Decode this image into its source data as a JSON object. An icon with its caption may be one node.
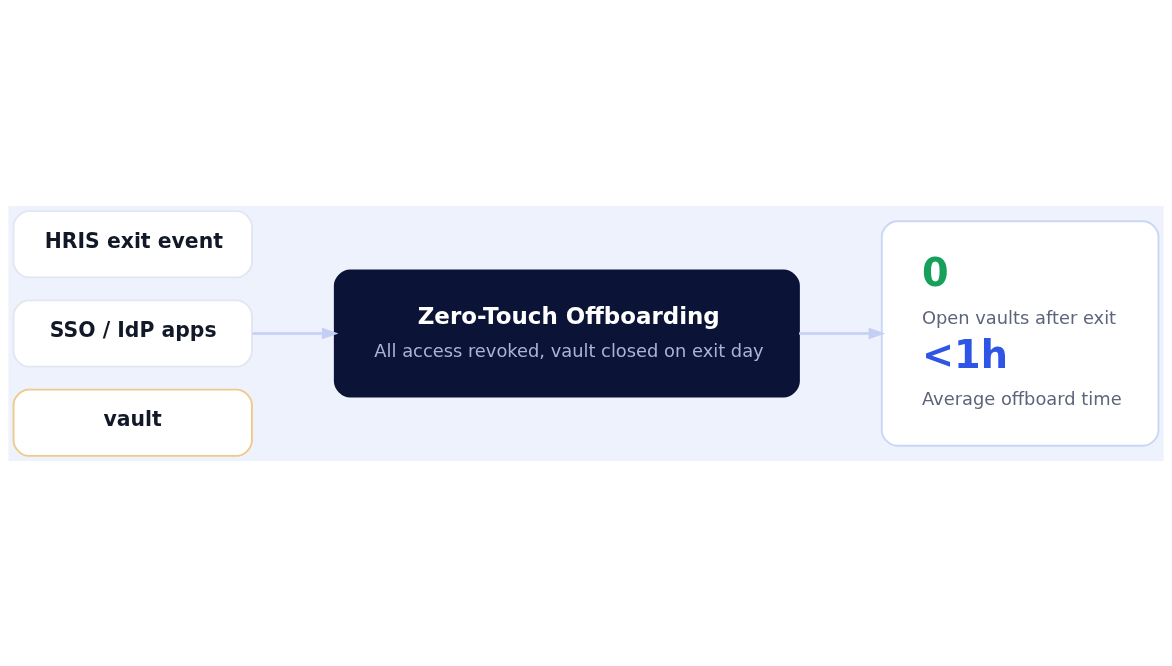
{
  "diagram": {
    "nodes": [
      {
        "text": [
          "HRIS exit event"
        ]
      },
      {
        "text": [
          "SSO / IdP apps"
        ]
      },
      {
        "text": [
          "vault"
        ]
      },
      {
        "text": [
          "Zero-Touch Offboarding",
          "All access revoked, vault closed on exit day"
        ]
      },
      {
        "text": [
          "0",
          "Open vaults after exit",
          "<1h",
          "Average offboard time"
        ]
      }
    ],
    "edges": [
      {
        "from": 1,
        "to": 3,
        "arrow": "to"
      },
      {
        "from": 3,
        "to": 4,
        "arrow": "to"
      }
    ]
  }
}
